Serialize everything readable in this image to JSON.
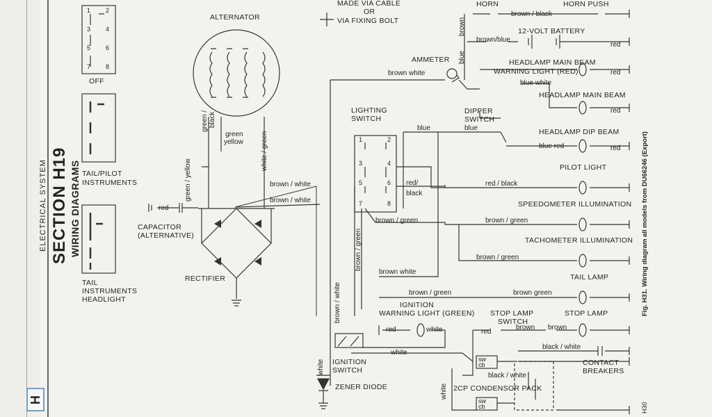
{
  "side_captions": {
    "section_label": "SECTION H19",
    "section_sub": "WIRING DIAGRAMS",
    "system_label": "ELECTRICAL SYSTEM",
    "tab_letter": "H",
    "figure_caption": "Fig. H31. Wiring diagram all models from DU66246 (Export)",
    "page_ref": "H30"
  },
  "switch_panel": {
    "off_label": "OFF",
    "tail_pilot_label_1": "TAIL/PILOT",
    "tail_pilot_label_2": "INSTRUMENTS",
    "tail_instr_label_1": "TAIL",
    "tail_instr_label_2": "INSTRUMENTS",
    "tail_instr_label_3": "HEADLIGHT",
    "terminal_numbers": [
      "1",
      "2",
      "3",
      "4",
      "5",
      "6",
      "7",
      "8"
    ]
  },
  "components": {
    "alternator": "ALTERNATOR",
    "cable_note_1": "MADE VIA CABLE",
    "cable_note_2": "OR",
    "cable_note_3": "VIA FIXING BOLT",
    "horn": "HORN",
    "horn_push": "HORN PUSH",
    "battery": "12-VOLT BATTERY",
    "ammeter": "AMMETER",
    "main_beam_warning_1": "HEADLAMP MAIN BEAM",
    "main_beam_warning_2": "WARNING LIGHT (RED)",
    "headlamp_main": "HEADLAMP MAIN BEAM",
    "dipper_1": "DIPPER",
    "dipper_2": "SWITCH",
    "headlamp_dip": "HEADLAMP DIP BEAM",
    "lighting_1": "LIGHTING",
    "lighting_2": "SWITCH",
    "pilot": "PILOT LIGHT",
    "speedo": "SPEEDOMETER ILLUMINATION",
    "tacho": "TACHOMETER ILLUMINATION",
    "tail_lamp": "TAIL LAMP",
    "capacitor_1": "CAPACITOR",
    "capacitor_2": "(ALTERNATIVE)",
    "rectifier": "RECTIFIER",
    "ignition_warning_1": "IGNITION",
    "ignition_warning_2": "WARNING LIGHT (GREEN)",
    "stop_switch_1": "STOP LAMP",
    "stop_switch_2": "SWITCH",
    "stop_lamp": "STOP LAMP",
    "ignition_switch_1": "IGNITION",
    "ignition_switch_2": "SWITCH",
    "zener": "ZENER DIODE",
    "contact_1": "CONTACT",
    "contact_2": "BREAKERS",
    "condensor": "2CP CONDENSOR PACK",
    "sw_cb_1": "sw",
    "sw_cb_2": "cb"
  },
  "wires": {
    "brown_black": "brown / black",
    "brown_blue": "brown/blue",
    "red": "red",
    "brown_white": "brown white",
    "blue_white": "blue  white",
    "blue": "blue",
    "blue_red": "blue   red",
    "red_black": "red / black",
    "red_black_split_1": "red/",
    "red_black_split_2": "black",
    "brown_green": "brown / green",
    "brown_green_b": "brown  green",
    "brown_white_slash": "brown / white",
    "green_black_1": "green /",
    "green_black_2": "black",
    "green_yellow_1": "green",
    "green_yellow_2": "yellow",
    "white_green": "white / green",
    "green_yellow_v": "green / yellow",
    "white": "white",
    "brown": "brown",
    "black_white": "black / white",
    "black_white_b": "black / white",
    "brown_green_v": "brown / green",
    "brown_white_v": "brown / white"
  }
}
